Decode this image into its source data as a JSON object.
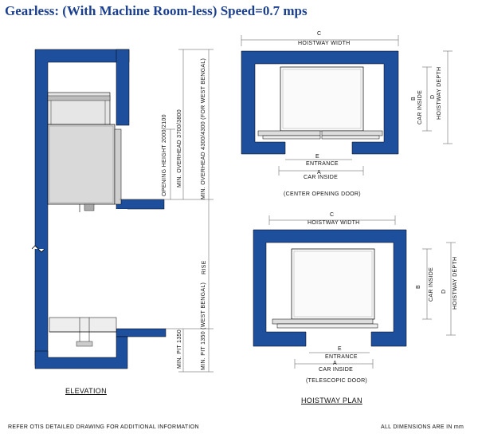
{
  "title": "Gearless: (With Machine Room-less) Speed=0.7 mps",
  "elevation": {
    "caption": "ELEVATION",
    "overhead1": "MIN. OVERHEAD 3700/3800",
    "overhead2": "MIN. OVERHEAD 4300/4300 (FOR WEST BENGAL)",
    "opening_height": "OPENING HEIGHT 2000/2100",
    "rise": "RISE",
    "pit1": "MIN. PIT 1350",
    "pit2": "MIN. PIT 1350 (WEST BENGAL)"
  },
  "plan_top": {
    "c": "C",
    "hoistway_width": "HOISTWAY WIDTH",
    "b": "B",
    "car_inside": "CAR INSIDE",
    "d": "D",
    "hoistway_depth": "HOISTWAY DEPTH",
    "e": "E",
    "entrance": "ENTRANCE",
    "a": "A",
    "car_inside_w": "CAR INSIDE",
    "caption": "(CENTER OPENING DOOR)"
  },
  "plan_bottom": {
    "c": "C",
    "hoistway_width": "HOISTWAY WIDTH",
    "b": "B",
    "car_inside": "CAR INSIDE",
    "d": "D",
    "hoistway_depth": "HOISTWAY DEPTH",
    "e": "E",
    "entrance": "ENTRANCE",
    "a": "A",
    "car_inside_w": "CAR INSIDE",
    "caption": "(TELESCOPIC DOOR)"
  },
  "plan_caption": "HOISTWAY PLAN",
  "footer_left": "REFER OTIS DETAILED DRAWING FOR ADDITIONAL INFORMATION",
  "footer_right": "ALL DIMENSIONS ARE IN mm",
  "colors": {
    "wall": "#1d4f9c",
    "title": "#1b3f8f"
  }
}
